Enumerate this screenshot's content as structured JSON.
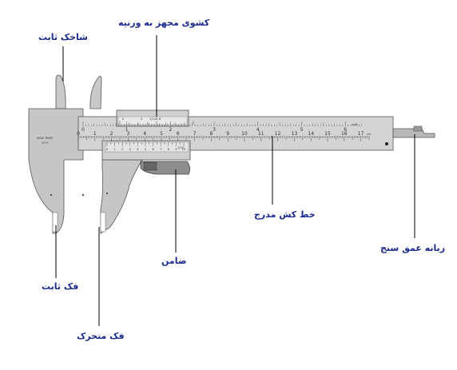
{
  "diagram": {
    "labels": {
      "vernier_slide": "کشوی مجهز به ورنیه",
      "fixed_nib": "شاخک ثابت",
      "graduated_beam": "خط کش مدرج",
      "depth_rod": "زبانه عمق سنج",
      "fixed_jaw": "فک ثابت",
      "movable_jaw": "فک متحرک",
      "lock_screw": "ضامن"
    },
    "scale": {
      "metric_unit": "cm",
      "inch_unit": "inch",
      "metric_numbers": [
        "0",
        "1",
        "2",
        "3",
        "4",
        "5",
        "6",
        "7",
        "8",
        "9",
        "10",
        "11",
        "12",
        "13",
        "14",
        "15",
        "16",
        "17"
      ],
      "inch_numbers": [
        "0",
        "1",
        "2",
        "3",
        "4",
        "5",
        "6"
      ],
      "body_marking_1": "INOX TEMP.",
      "body_marking_2": "20°C",
      "vernier_label": "1/128",
      "vernier_label_2": "1/20",
      "vernier_inch_numbers": [
        "0",
        "4",
        "8"
      ],
      "vernier_mm_numbers": [
        "0",
        "1",
        "2",
        "3",
        "4",
        "5",
        "6",
        "7",
        "8",
        "9",
        "10"
      ]
    }
  }
}
